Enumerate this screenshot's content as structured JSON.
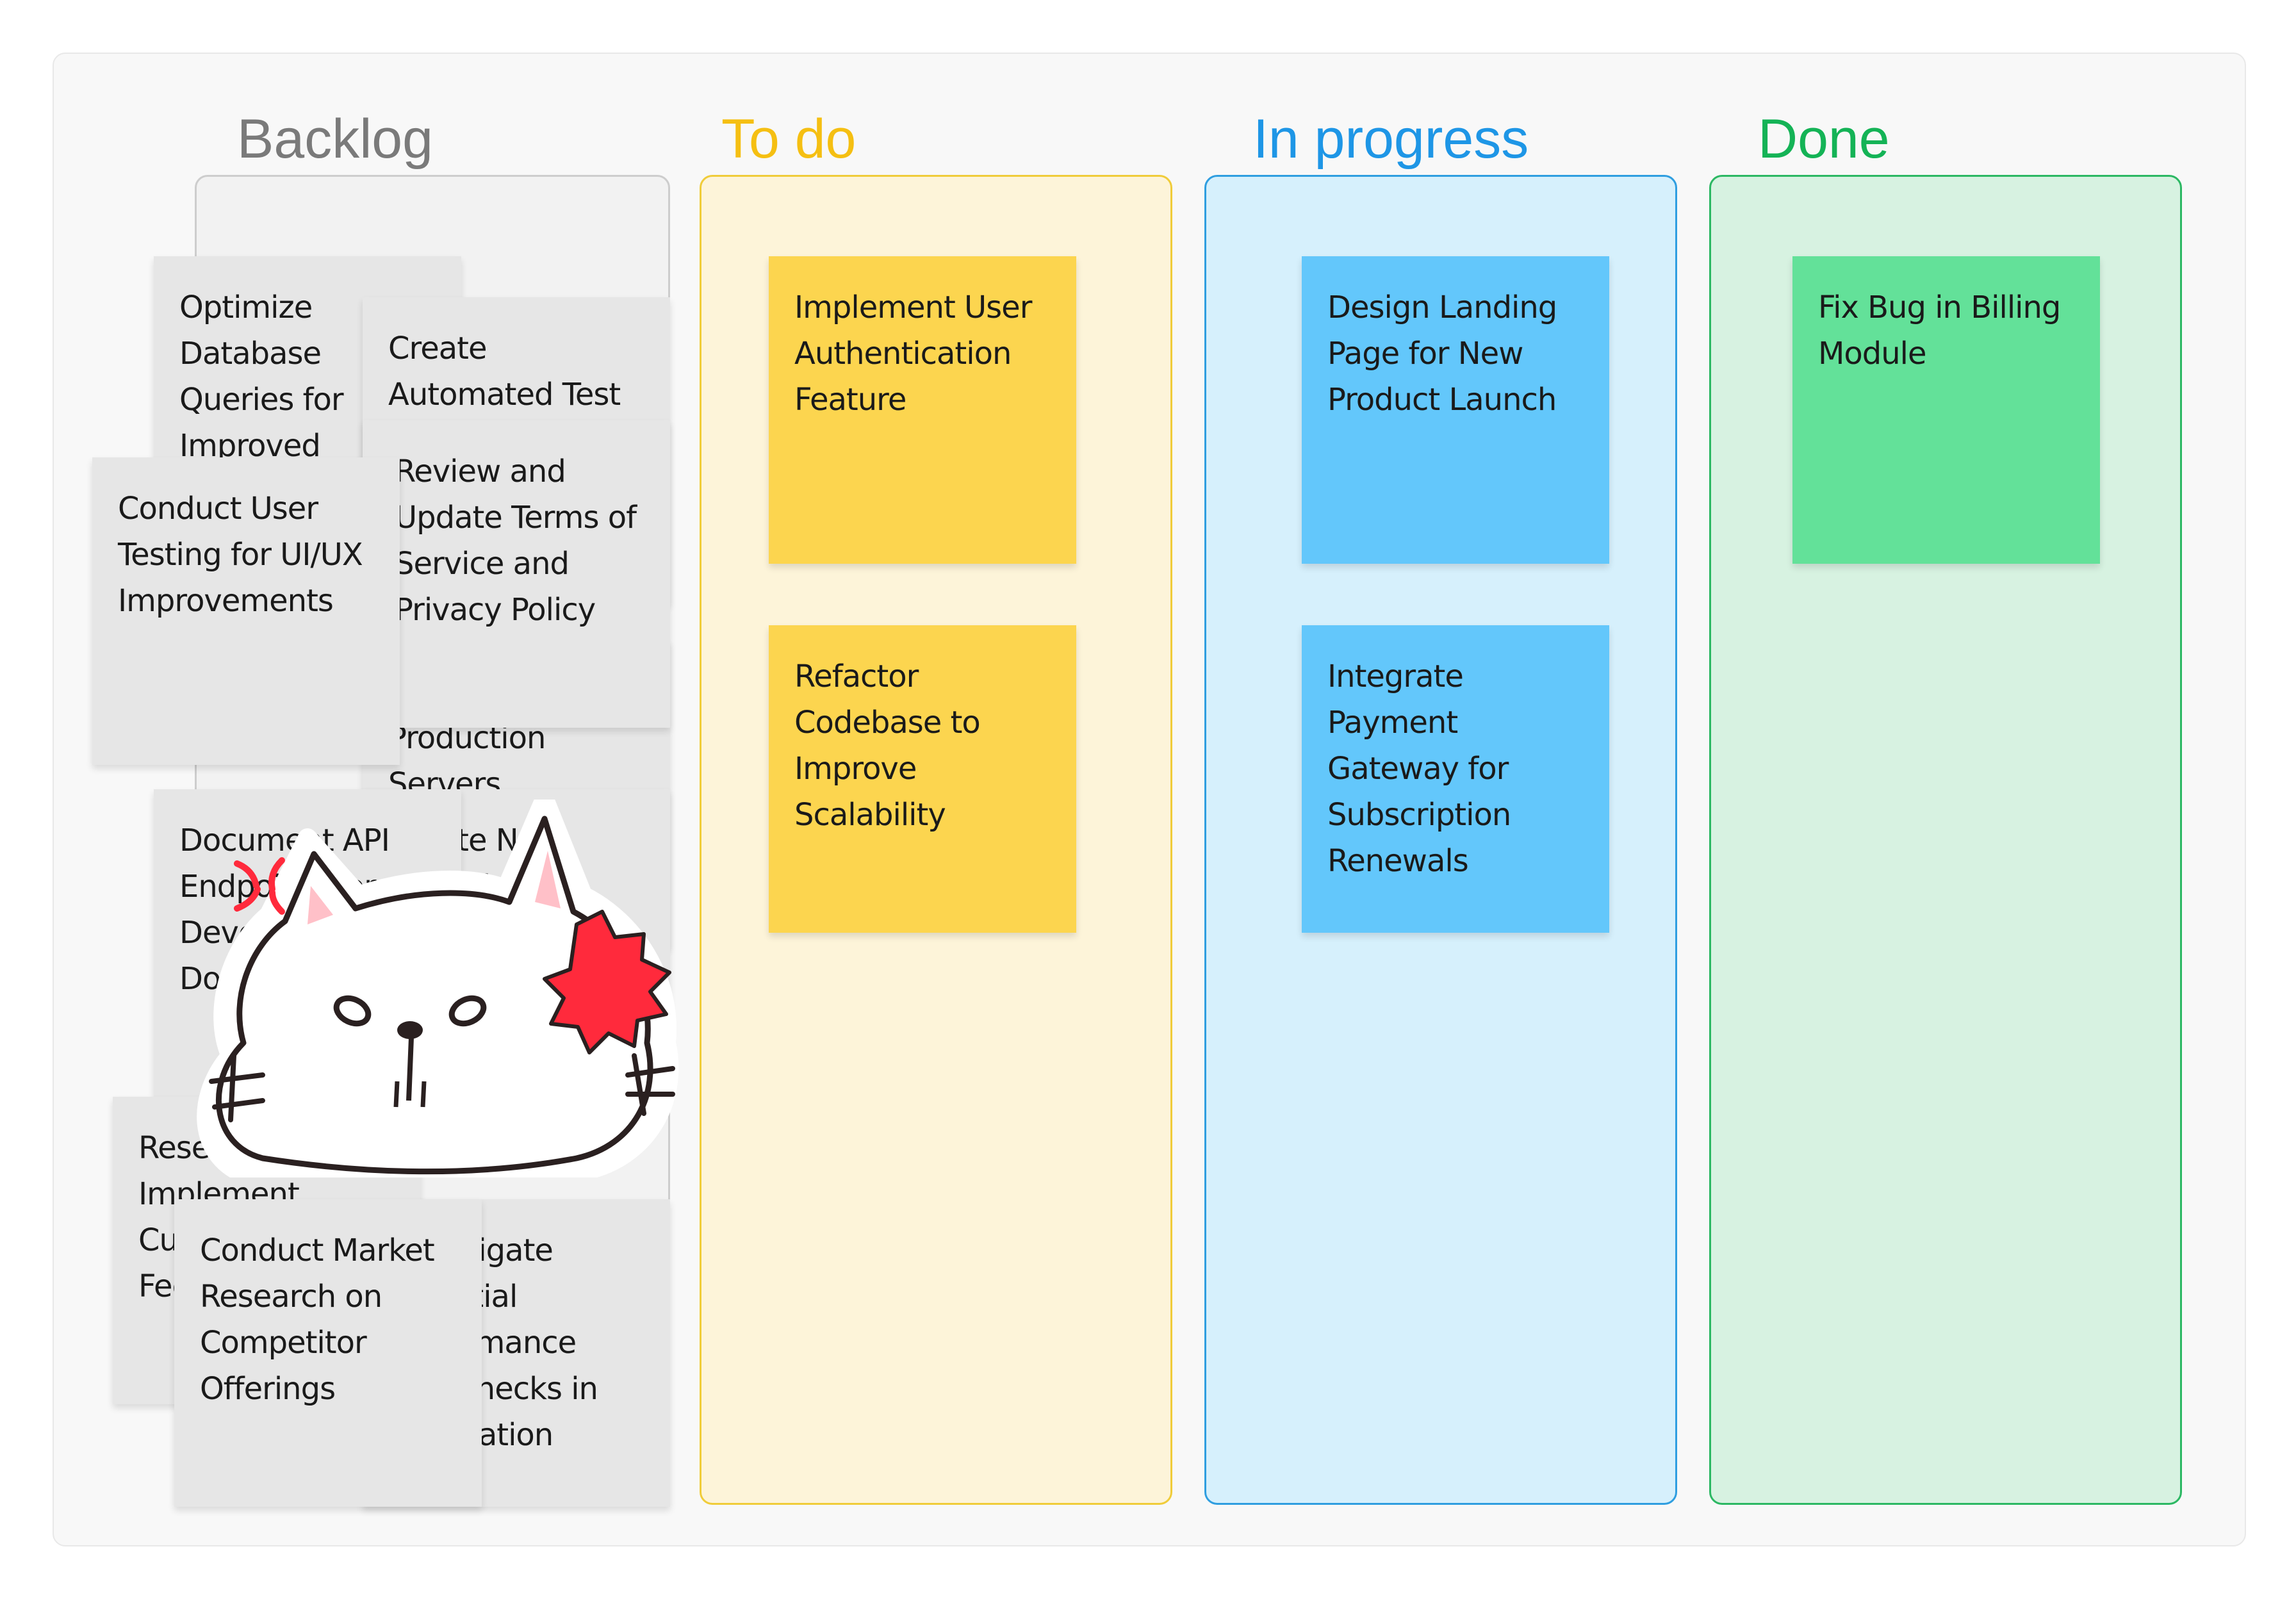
{
  "columns": {
    "backlog": {
      "title": "Backlog",
      "color": "#7a7a7a"
    },
    "todo": {
      "title": "To do",
      "color": "#f5bf12"
    },
    "in_progress": {
      "title": "In progress",
      "color": "#1e96e6"
    },
    "done": {
      "title": "Done",
      "color": "#14b356"
    }
  },
  "backlog_notes": [
    "Optimize Database Queries for Improved Performance",
    "Create Automated Test",
    "Review and Update Terms of Service and Privacy Policy",
    "Conduct User Testing for UI/UX Improvements",
    "Deploy to Production Servers",
    "Document API Endpoints for Developer Documentation",
    "Create New Ideas for",
    "Research and Implement Customer Feedback Tools",
    "Conduct Market Research on Competitor Offerings",
    "Investigate Potential Performance Bottlenecks in Application"
  ],
  "todo_notes": [
    "Implement User Authentication Feature",
    "Refactor Codebase to Improve Scalability"
  ],
  "in_progress_notes": [
    "Design Landing Page for New Product Launch",
    "Integrate Payment Gateway for Subscription Renewals"
  ],
  "done_notes": [
    "Fix Bug in Billing Module"
  ],
  "sticker": {
    "icon": "angry-cat-sticker",
    "accent": "#ff2a3c"
  }
}
